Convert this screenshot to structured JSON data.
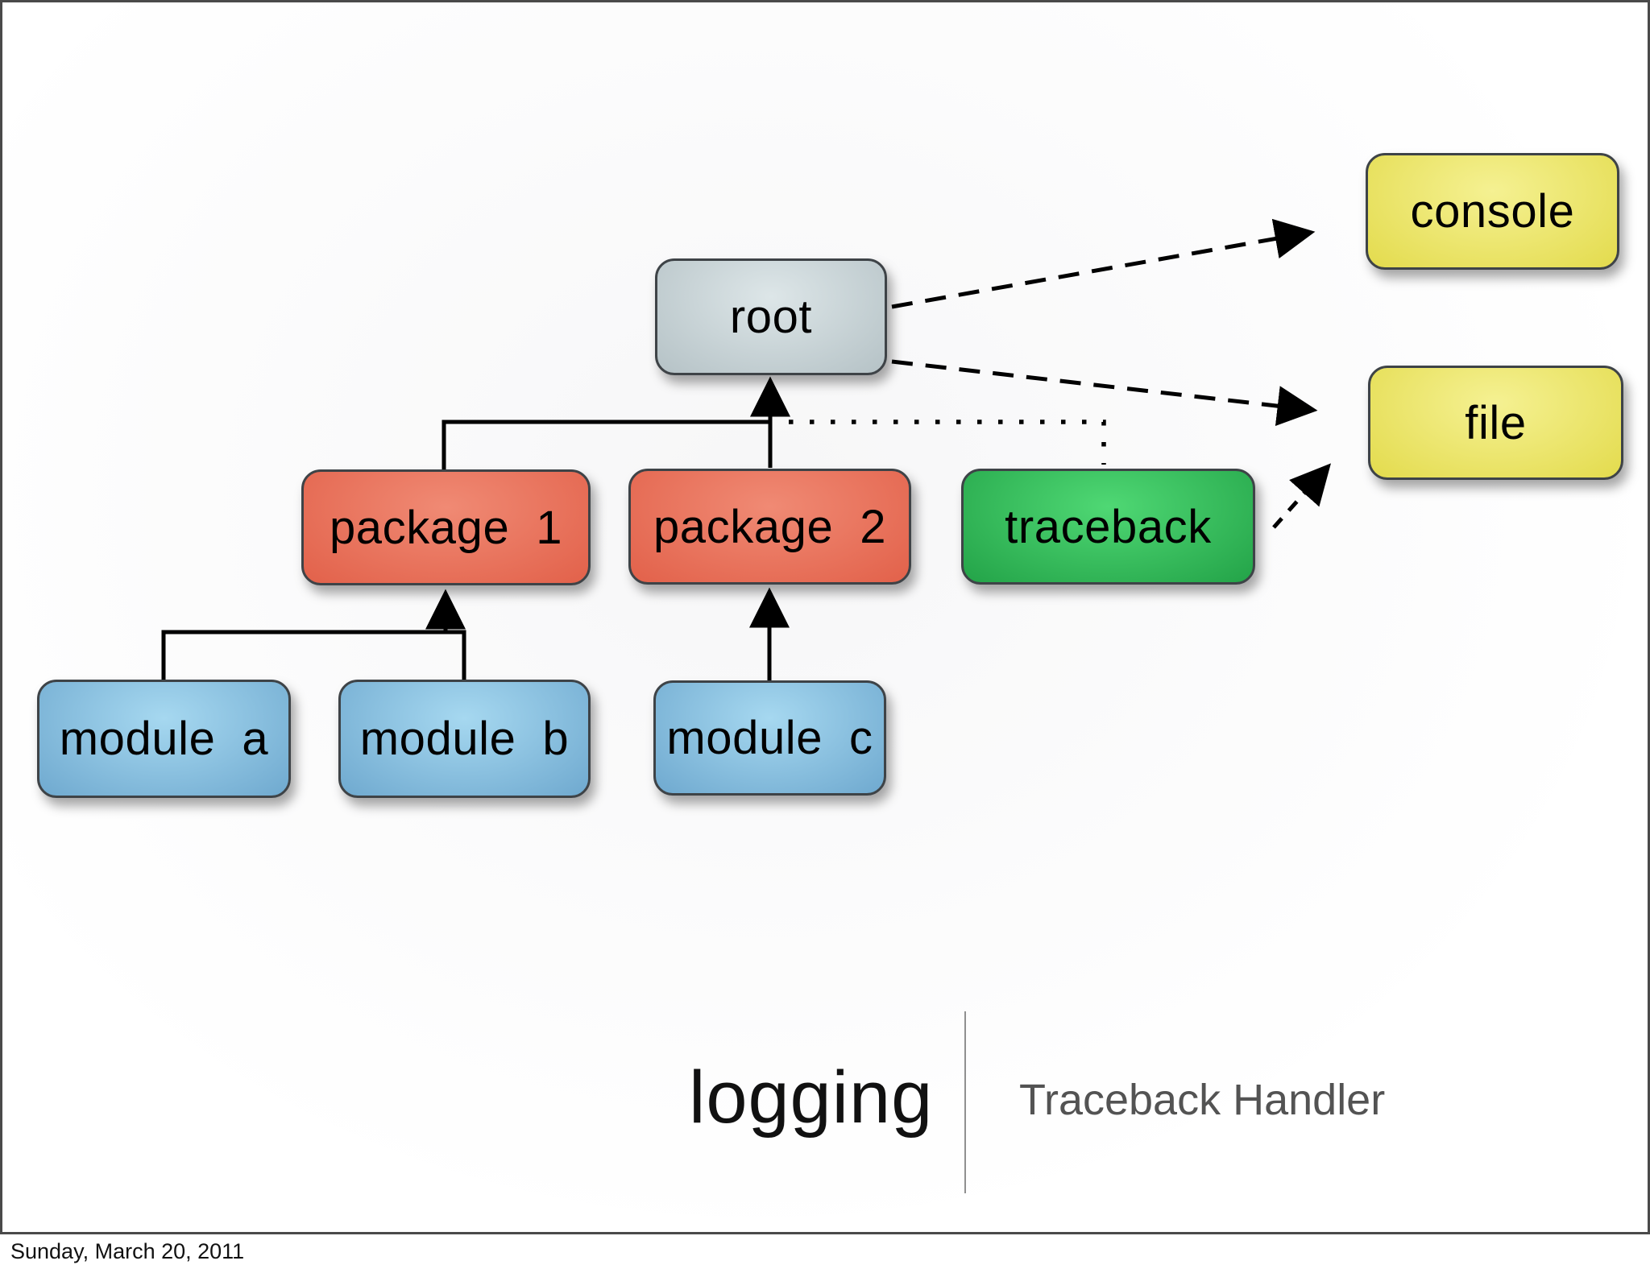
{
  "slide": {
    "footer": {
      "title": "logging",
      "subtitle": "Traceback Handler"
    },
    "date_caption": "Sunday, March 20, 2011"
  },
  "diagram": {
    "nodes": {
      "root": {
        "label": "root",
        "fill_center": "#dde6e8",
        "fill_edge": "#b5c2c6"
      },
      "package1": {
        "label": "package 1",
        "fill_center": "#f08a74",
        "fill_edge": "#e2614a"
      },
      "package2": {
        "label": "package 2",
        "fill_center": "#f08a74",
        "fill_edge": "#e2614a"
      },
      "module_a": {
        "label": "module a",
        "fill_center": "#a6d8f0",
        "fill_edge": "#6fa9cf"
      },
      "module_b": {
        "label": "module b",
        "fill_center": "#a6d8f0",
        "fill_edge": "#6fa9cf"
      },
      "module_c": {
        "label": "module c",
        "fill_center": "#a6d8f0",
        "fill_edge": "#6fa9cf"
      },
      "traceback": {
        "label": "traceback",
        "fill_center": "#4fd874",
        "fill_edge": "#23a348"
      },
      "console": {
        "label": "console",
        "fill_center": "#f5f192",
        "fill_edge": "#e3db4d"
      },
      "file": {
        "label": "file",
        "fill_center": "#f5f192",
        "fill_edge": "#e3db4d"
      }
    },
    "edges": [
      {
        "from": "package1",
        "to": "root",
        "style": "solid-arrow"
      },
      {
        "from": "package2",
        "to": "root",
        "style": "solid-arrow"
      },
      {
        "from": "module_a",
        "to": "package1",
        "style": "solid-tree"
      },
      {
        "from": "module_b",
        "to": "package1",
        "style": "solid-arrow"
      },
      {
        "from": "module_c",
        "to": "package2",
        "style": "solid-arrow"
      },
      {
        "from": "root",
        "to": "console",
        "style": "dashed-arrow"
      },
      {
        "from": "root",
        "to": "file",
        "style": "dashed-arrow"
      },
      {
        "from": "traceback",
        "to": "file",
        "style": "dashed-arrow"
      },
      {
        "from": "root",
        "to": "traceback",
        "style": "dotted"
      }
    ],
    "line_color": "#000000",
    "frame_color": "#4a4a4a"
  }
}
